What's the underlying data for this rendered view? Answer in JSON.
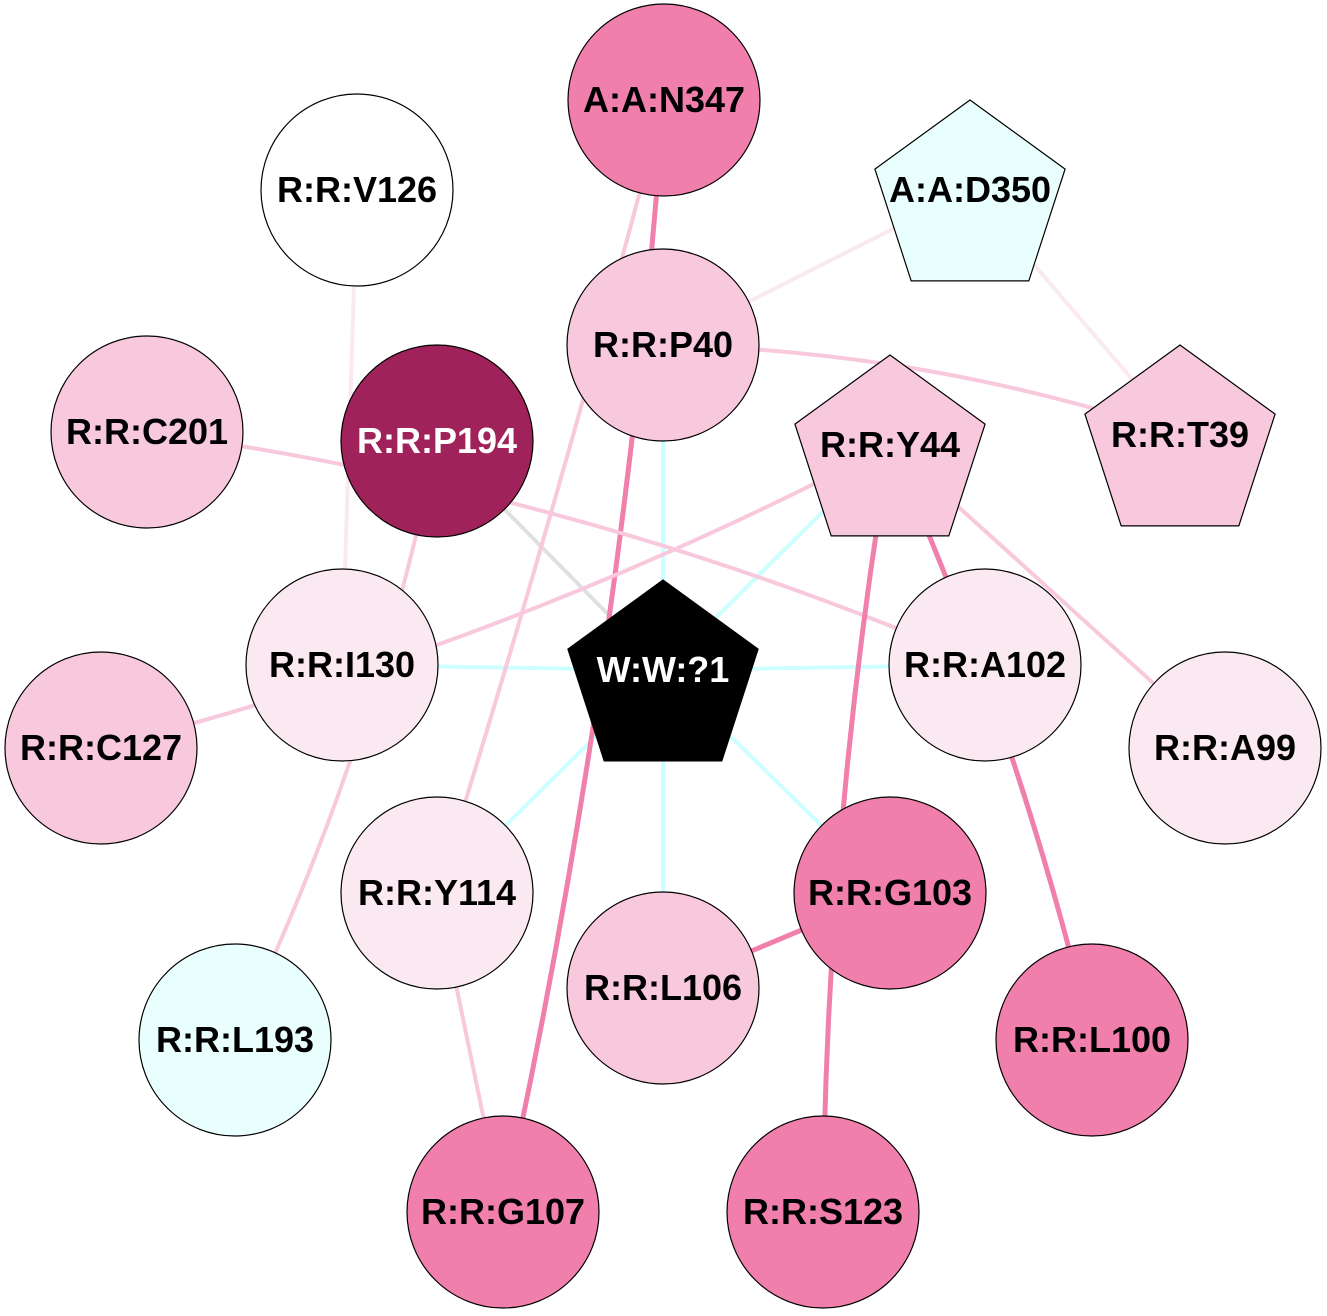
{
  "colors": {
    "dark_pink": "#f07fab",
    "light_pink": "#f8c8dc",
    "pale_pink": "#fbe9f1",
    "white": "#ffffff",
    "cyan": "#e8fffd",
    "maroon": "#a0225a",
    "black": "#000000",
    "edge_cyan": "#ccffff",
    "edge_gray": "#e0e0e0"
  },
  "nodes": [
    {
      "id": "A:A:N347",
      "shape": "circle",
      "fill": "dark_pink"
    },
    {
      "id": "R:R:V126",
      "shape": "circle",
      "fill": "white"
    },
    {
      "id": "A:A:D350",
      "shape": "pentagon",
      "fill": "cyan"
    },
    {
      "id": "R:R:P40",
      "shape": "circle",
      "fill": "light_pink"
    },
    {
      "id": "R:R:C201",
      "shape": "circle",
      "fill": "light_pink"
    },
    {
      "id": "R:R:P194",
      "shape": "circle",
      "fill": "maroon",
      "text_color": "#ffffff"
    },
    {
      "id": "R:R:Y44",
      "shape": "pentagon",
      "fill": "light_pink"
    },
    {
      "id": "R:R:T39",
      "shape": "pentagon",
      "fill": "light_pink"
    },
    {
      "id": "W:W:?1",
      "shape": "pentagon",
      "fill": "black",
      "text_color": "#ffffff"
    },
    {
      "id": "R:R:I130",
      "shape": "circle",
      "fill": "pale_pink"
    },
    {
      "id": "R:R:A102",
      "shape": "circle",
      "fill": "pale_pink"
    },
    {
      "id": "R:R:C127",
      "shape": "circle",
      "fill": "light_pink"
    },
    {
      "id": "R:R:A99",
      "shape": "circle",
      "fill": "pale_pink"
    },
    {
      "id": "R:R:Y114",
      "shape": "circle",
      "fill": "pale_pink"
    },
    {
      "id": "R:R:G103",
      "shape": "circle",
      "fill": "dark_pink"
    },
    {
      "id": "R:R:L106",
      "shape": "circle",
      "fill": "light_pink"
    },
    {
      "id": "R:R:L193",
      "shape": "circle",
      "fill": "cyan"
    },
    {
      "id": "R:R:L100",
      "shape": "circle",
      "fill": "dark_pink"
    },
    {
      "id": "R:R:G107",
      "shape": "circle",
      "fill": "dark_pink"
    },
    {
      "id": "R:R:S123",
      "shape": "circle",
      "fill": "dark_pink"
    }
  ],
  "edges": [
    {
      "source": "W:W:?1",
      "target": "R:R:P40",
      "color": "edge_cyan"
    },
    {
      "source": "W:W:?1",
      "target": "R:R:Y44",
      "color": "edge_cyan"
    },
    {
      "source": "W:W:?1",
      "target": "R:R:I130",
      "color": "edge_cyan"
    },
    {
      "source": "W:W:?1",
      "target": "R:R:A102",
      "color": "edge_cyan"
    },
    {
      "source": "W:W:?1",
      "target": "R:R:Y114",
      "color": "edge_cyan"
    },
    {
      "source": "W:W:?1",
      "target": "R:R:G103",
      "color": "edge_cyan"
    },
    {
      "source": "W:W:?1",
      "target": "R:R:L106",
      "color": "edge_cyan"
    },
    {
      "source": "W:W:?1",
      "target": "R:R:P194",
      "color": "edge_gray"
    },
    {
      "source": "A:A:N347",
      "target": "R:R:G107",
      "color": "dark_pink"
    },
    {
      "source": "A:A:N347",
      "target": "R:R:Y114",
      "color": "light_pink"
    },
    {
      "source": "A:A:D350",
      "target": "R:R:P40",
      "color": "pale_pink"
    },
    {
      "source": "A:A:D350",
      "target": "R:R:T39",
      "color": "pale_pink"
    },
    {
      "source": "R:R:P40",
      "target": "R:R:T39",
      "color": "light_pink"
    },
    {
      "source": "R:R:V126",
      "target": "R:R:I130",
      "color": "pale_pink"
    },
    {
      "source": "R:R:C201",
      "target": "R:R:A102",
      "color": "light_pink"
    },
    {
      "source": "R:R:Y44",
      "target": "R:R:C127",
      "color": "light_pink"
    },
    {
      "source": "R:R:Y44",
      "target": "R:R:A99",
      "color": "light_pink"
    },
    {
      "source": "R:R:Y44",
      "target": "R:R:S123",
      "color": "dark_pink"
    },
    {
      "source": "R:R:Y44",
      "target": "R:R:L100",
      "color": "dark_pink"
    },
    {
      "source": "R:R:P194",
      "target": "R:R:L193",
      "color": "light_pink"
    },
    {
      "source": "R:R:Y114",
      "target": "R:R:G107",
      "color": "light_pink"
    },
    {
      "source": "R:R:L106",
      "target": "R:R:G103",
      "color": "dark_pink"
    }
  ]
}
